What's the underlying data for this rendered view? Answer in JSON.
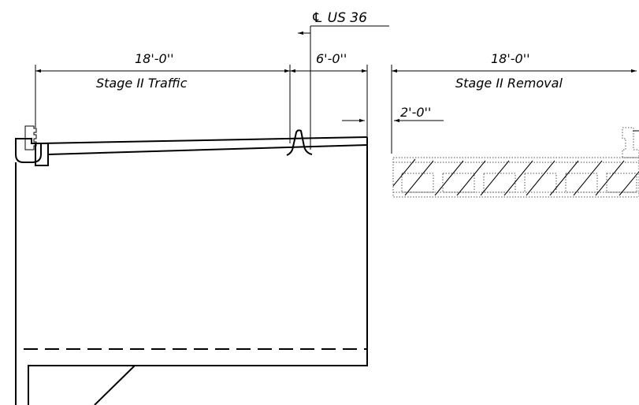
{
  "drawing": {
    "centerline_label": "℄ US 36",
    "dim_stage_traffic_width": "18'-0''",
    "dim_stage_traffic_label": "Stage II Traffic",
    "dim_median_width": "6'-0''",
    "dim_stage_removal_width": "18'-0''",
    "dim_stage_removal_label": "Stage II Removal",
    "dim_offset": "2'-0''"
  }
}
